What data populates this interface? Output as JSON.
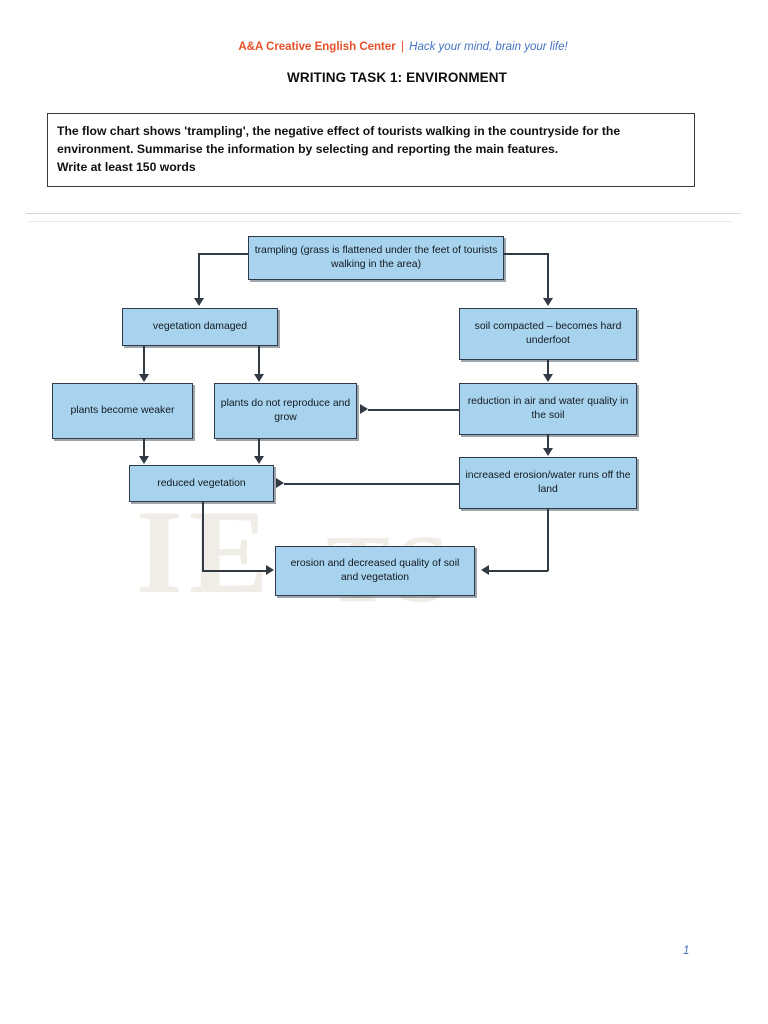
{
  "header": {
    "brand": "A&A Creative English Center",
    "separator": "|",
    "tagline": "Hack your mind, brain your life!",
    "brand_color": "#e8502a",
    "tagline_color": "#4472c4"
  },
  "page_title": "WRITING TASK 1: ENVIRONMENT",
  "task_box": {
    "line1": "The flow chart shows 'trampling', the negative effect of tourists walking in the countryside for the environment. Summarise the information by selecting and reporting the main features.",
    "line2": "Write at least 150 words"
  },
  "page_number": "1",
  "chart_data": {
    "type": "diagram",
    "title": "Trampling flow chart",
    "node_fill": "#a7d3ef",
    "node_border": "#2f3a4a",
    "nodes": [
      {
        "id": "trampling",
        "label": "trampling (grass is flattened under the feet of tourists walking in the area)"
      },
      {
        "id": "vegdamaged",
        "label": "vegetation damaged"
      },
      {
        "id": "soilcomp",
        "label": "soil compacted – becomes hard underfoot"
      },
      {
        "id": "weaker",
        "label": "plants become weaker"
      },
      {
        "id": "noreprod",
        "label": "plants do not reproduce and grow"
      },
      {
        "id": "reduction",
        "label": "reduction in air and water quality in the soil"
      },
      {
        "id": "reducedveg",
        "label": "reduced vegetation"
      },
      {
        "id": "erosionwat",
        "label": "increased erosion/water runs off the land"
      },
      {
        "id": "finalstate",
        "label": "erosion and decreased quality of soil and vegetation"
      }
    ],
    "edges": [
      {
        "from": "trampling",
        "to": "vegdamaged"
      },
      {
        "from": "trampling",
        "to": "soilcomp"
      },
      {
        "from": "vegdamaged",
        "to": "weaker"
      },
      {
        "from": "vegdamaged",
        "to": "noreprod"
      },
      {
        "from": "soilcomp",
        "to": "reduction"
      },
      {
        "from": "reduction",
        "to": "noreprod"
      },
      {
        "from": "reduction",
        "to": "erosionwat"
      },
      {
        "from": "weaker",
        "to": "reducedveg"
      },
      {
        "from": "noreprod",
        "to": "reducedveg"
      },
      {
        "from": "erosionwat",
        "to": "reducedveg"
      },
      {
        "from": "reducedveg",
        "to": "finalstate"
      },
      {
        "from": "erosionwat",
        "to": "finalstate"
      }
    ]
  }
}
